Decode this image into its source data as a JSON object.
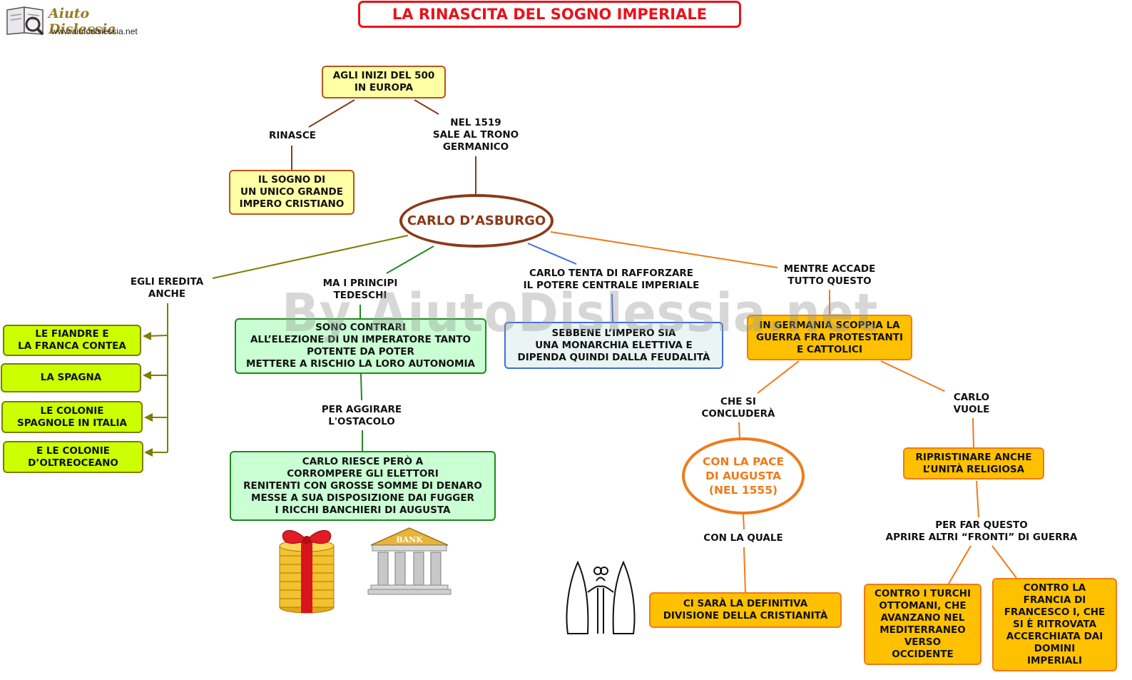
{
  "header": {
    "logo_name": "Aiuto Dislessia",
    "logo_url": "www.aiutodislessia.net",
    "title": "LA RINASCITA DEL SOGNO IMPERIALE"
  },
  "watermark": "By AiutoDislessia.net",
  "colors": {
    "title_red": "#e8121b",
    "center_brown": "#8b3a1a",
    "olive_line": "#7d7d00",
    "green_line": "#1e8a1e",
    "blue_line": "#3c6ee0",
    "orange_line": "#f07a1a"
  },
  "nodes": {
    "inizi": "AGLI INIZI DEL 500\nIN EUROPA",
    "rinasce": "RINASCE",
    "nel1519": "NEL 1519\nSALE AL TRONO\nGERMANICO",
    "sogno": "IL SOGNO DI\nUN UNICO GRANDE\nIMPERO CRISTIANO",
    "carlo": "CARLO D’ASBURGO",
    "eredita": "EGLI EREDITA\nANCHE",
    "fiandre": "LE FIANDRE E\nLA FRANCA CONTEA",
    "spagna": "LA SPAGNA",
    "colonie_italia": "LE COLONIE\nSPAGNOLE IN ITALIA",
    "colonie_oltre": "E LE COLONIE\nD’OLTREOCEANO",
    "principi": "MA I PRINCIPI\nTEDESCHI",
    "contrari": "SONO CONTRARI\nALL’ELEZIONE DI UN IMPERATORE TANTO\nPOTENTE DA POTER\nMETTERE A RISCHIO LA LORO AUTONOMIA",
    "aggirare": "PER AGGIRARE\nL'OSTACOLO",
    "corrompere": "CARLO RIESCE PERÒ A\nCORROMPERE GLI ELETTORI\nRENITENTI CON GROSSE SOMME DI DENARO\nMESSE A SUA DISPOSIZIONE DAI FUGGER\nI RICCHI BANCHIERI DI AUGUSTA",
    "tenta": "CARLO TENTA DI RAFFORZARE\nIL POTERE CENTRALE IMPERIALE",
    "sebbene": "SEBBENE L’IMPERO SIA\nUNA MONARCHIA ELETTIVA E\nDIPENDA QUINDI DALLA FEUDALITÀ",
    "mentre": "MENTRE ACCADE\nTUTTO QUESTO",
    "germania": "IN GERMANIA SCOPPIA LA\nGUERRA FRA PROTESTANTI\nE CATTOLICI",
    "concludera": "CHE SI\nCONCLUDERÀ",
    "pace": "CON LA PACE\nDI AUGUSTA\n(NEL 1555)",
    "quale": "CON LA QUALE",
    "divisione": "CI SARÀ LA DEFINITIVA\nDIVISIONE DELLA CRISTIANITÀ",
    "vuole": "CARLO\nVUOLE",
    "ripristinare": "RIPRISTINARE ANCHE\nL’UNITÀ RELIGIOSA",
    "far_questo": "PER FAR QUESTO\nAPRIRE ALTRI “FRONTI” DI GUERRA",
    "turchi": "CONTRO I TURCHI\nOTTOMANI, CHE\nAVANZANO NEL\nMEDITERRANEO\nVERSO\nOCCIDENTE",
    "francia": "CONTRO LA\nFRANCIA DI\nFRANCESCO I, CHE\nSI È RITROVATA\nACCERCHIATA DAI\nDOMINI\nIMPERIALI"
  },
  "images": {
    "bank_sign": "BANK",
    "coins_icon": "gift-wrapped-coins-icon",
    "bank_icon": "bank-building-icon",
    "figures_icon": "two-figures-handshake-icon"
  }
}
